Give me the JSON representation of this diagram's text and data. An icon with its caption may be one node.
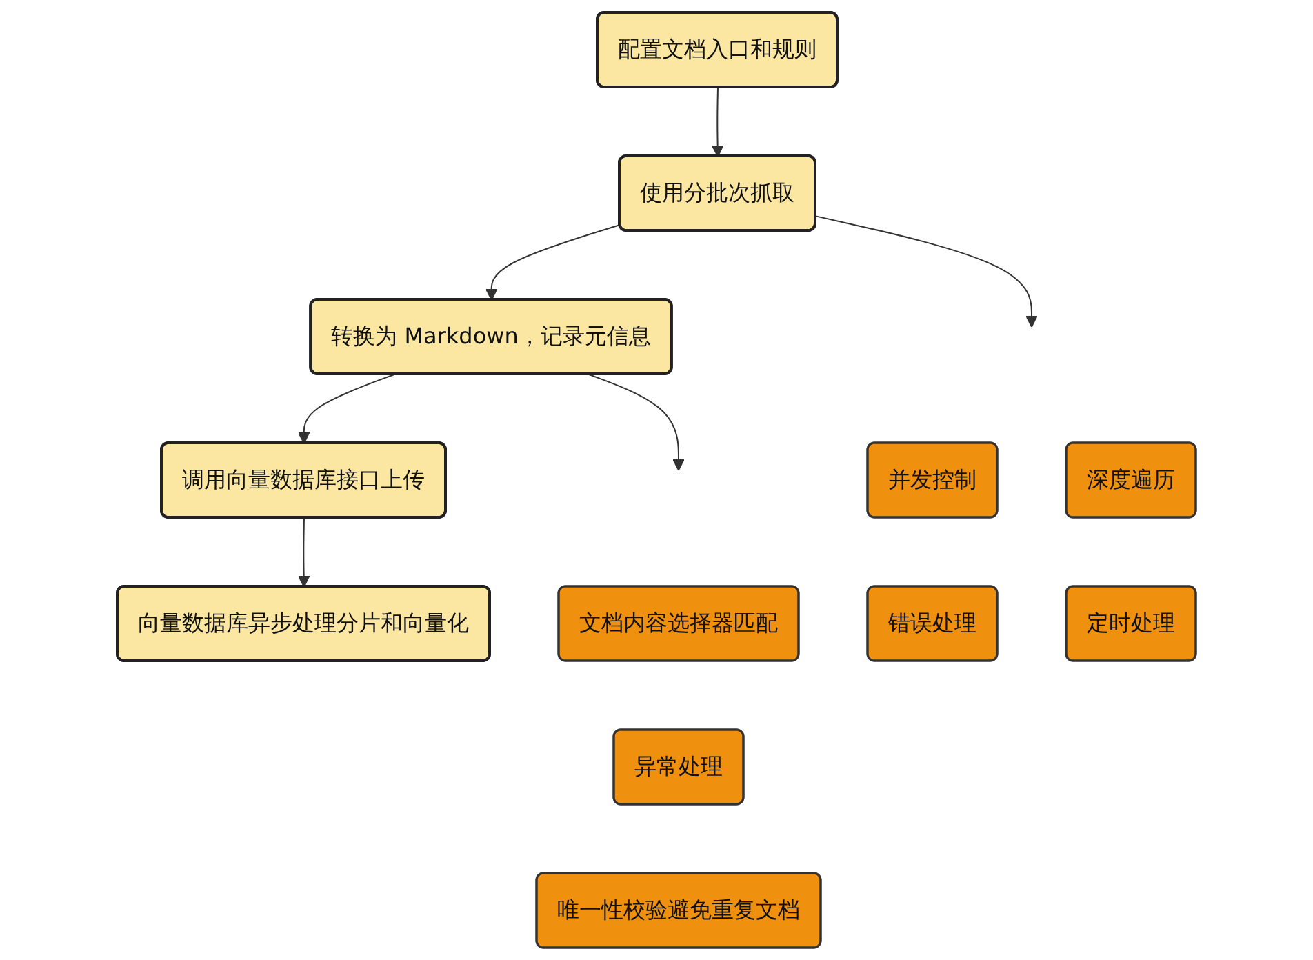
{
  "diagram": {
    "nodes": [
      {
        "text": [
          "配置文档入口和规则"
        ]
      },
      {
        "text": [
          "使用分批次抓取"
        ]
      },
      {
        "text": [
          "转换为 Markdown，记录元信息"
        ]
      },
      {
        "text": [
          "调用向量数据库接口上传"
        ]
      },
      {
        "text": [
          "向量数据库异步处理分片和向量化"
        ]
      },
      {
        "text": [
          "并发控制"
        ]
      },
      {
        "text": [
          "错误处理"
        ]
      },
      {
        "text": [
          "深度遍历"
        ]
      },
      {
        "text": [
          "定时处理"
        ]
      },
      {
        "text": [
          "文档内容选择器匹配"
        ]
      },
      {
        "text": [
          "异常处理"
        ]
      },
      {
        "text": [
          "唯一性校验避免重复文档"
        ]
      }
    ],
    "edges": [
      {
        "from": 0,
        "to": 1,
        "arrow": "to"
      },
      {
        "from": 1,
        "to": 2,
        "arrow": "to"
      },
      {
        "from": 2,
        "to": 3,
        "arrow": "to"
      },
      {
        "from": 3,
        "to": 4,
        "arrow": "to"
      },
      {
        "from": 1,
        "to": null,
        "arrow": "to"
      },
      {
        "from": 2,
        "to": null,
        "arrow": "to"
      }
    ]
  }
}
